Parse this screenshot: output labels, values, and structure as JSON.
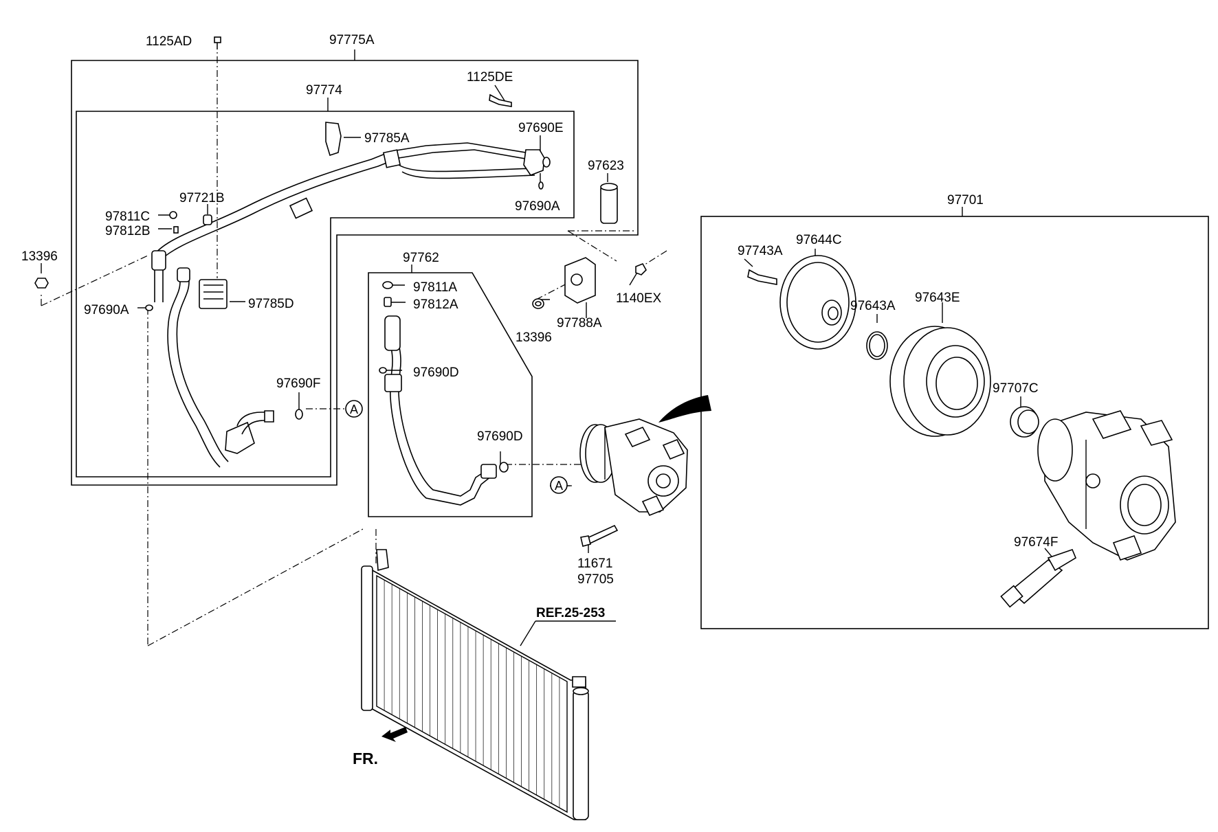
{
  "labels": {
    "l_1125AD": "1125AD",
    "l_97775A": "97775A",
    "l_1125DE": "1125DE",
    "l_97774": "97774",
    "l_97785A": "97785A",
    "l_97690E": "97690E",
    "l_97623": "97623",
    "l_97721B": "97721B",
    "l_97811C": "97811C",
    "l_97812B": "97812B",
    "l_97690A_top": "97690A",
    "l_13396_left": "13396",
    "l_97690A_left": "97690A",
    "l_97785D": "97785D",
    "l_97762": "97762",
    "l_97811A": "97811A",
    "l_97812A": "97812A",
    "l_97788A": "97788A",
    "l_1140EX": "1140EX",
    "l_13396_mid": "13396",
    "l_97690D_upper": "97690D",
    "l_97690F": "97690F",
    "l_97690D_lower": "97690D",
    "l_11671": "11671",
    "l_97705": "97705",
    "l_97701": "97701",
    "l_97743A": "97743A",
    "l_97644C": "97644C",
    "l_97643A": "97643A",
    "l_97643E": "97643E",
    "l_97707C": "97707C",
    "l_97674F": "97674F",
    "ref": "REF.25-253",
    "fr": "FR.",
    "circle_a1": "A",
    "circle_a2": "A"
  }
}
